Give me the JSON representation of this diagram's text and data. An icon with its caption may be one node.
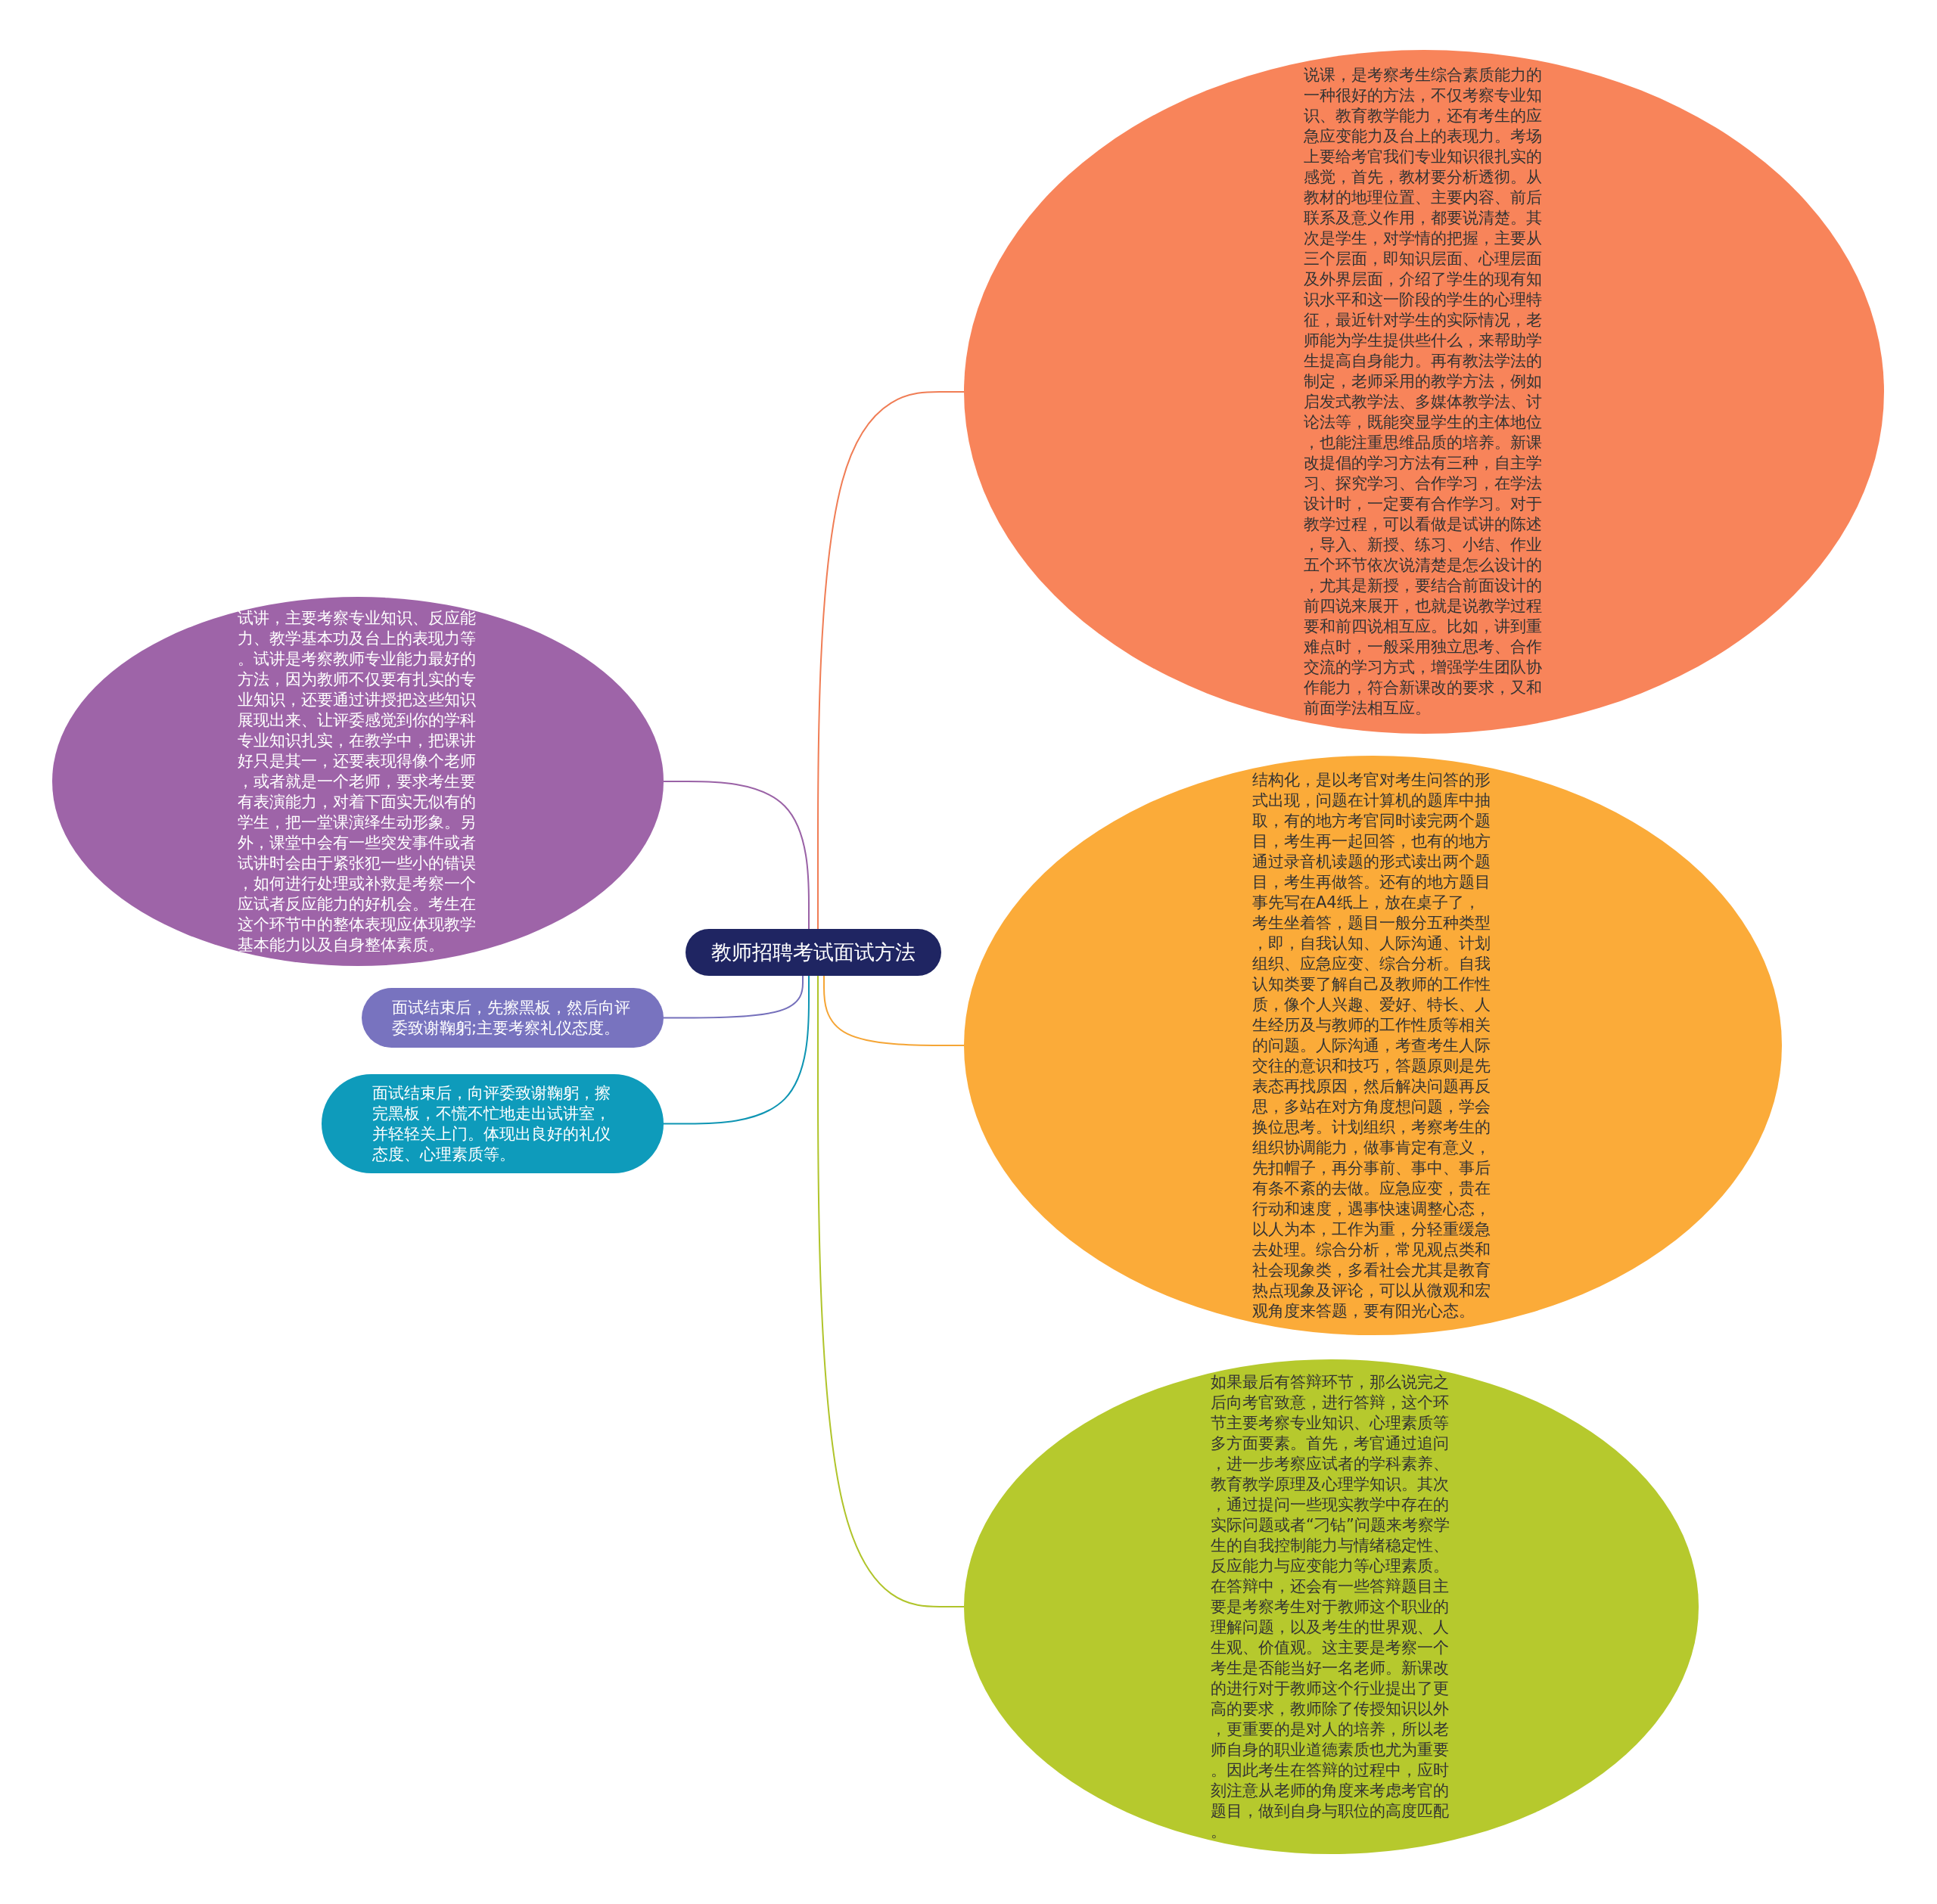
{
  "diagram": {
    "nodes": [
      {
        "text": [
          "教师招聘考试面试方法"
        ]
      },
      {
        "text": [
          "说课，是考察考生综合素质能力的一种很好的方法，不仅考察专业知识、教育教学能力，还有考生的应急应变能力及台上的表现力。考场上要给考官我们专业知识很扎实的感觉，首先，教材要分析透彻。从教材的地理位置、主要内容、前后联系及意义作用，都要说清楚。其次是学生，对学情的把握，主要从三个层面，即知识层面、心理层面及外界层面，介绍了学生的现有知识水平和这一阶段的学生的心理特征，最近针对学生的实际情况，老师能为学生提供些什么，来帮助学生提高自身能力。再有教法学法的制定，老师采用的教学方法，例如启发式教学法、多媒体教学法、讨论法等，既能突显学生的主体地位，也能注重思维品质的培养。新课改提倡的学习方法有三种，自主学习、探究学习、合作学习，在学法设计时，一定要有合作学习。对于教学过程，可以看做是试讲的陈述，导入、新授、练习、小结、作业五个环节依次说清楚是怎么设计的，尤其是新授，要结合前面设计的前四说来展开，也就是说教学过程要和前四说相互应。比如，讲到重难点时，一般采用独立思考、合作交流的学习方式，增强学生团队协作能力，符合新课改的要求，又和前面学法相互应。"
        ]
      },
      {
        "text": [
          "结构化，是以考官对考生问答的形式出现，问题在计算机的题库中抽取，有的地方考官同时读完两个题目，考生再一起回答，也有的地方通过录音机读题的形式读出两个题目，考生再做答。还有的地方题目事先写在A4纸上，放在桌子了，考生坐着答，题目一般分五种类型，即，自我认知、人际沟通、计划组织、应急应变、综合分析。自我认知类要了解自己及教师的工作性质，像个人兴趣、爱好、特长、人生经历及与教师的工作性质等相关的问题。人际沟通，考查考生人际交往的意识和技巧，答题原则是先表态再找原因，然后解决问题再反思，多站在对方角度想问题，学会换位思考。计划组织，考察考生的组织协调能力，做事肯定有意义，先扣帽子，再分事前、事中、事后有条不紊的去做。应急应变，贵在行动和速度，遇事快速调整心态，以人为本，工作为重，分轻重缓急去处理。综合分析，常见观点类和社会现象类，多看社会尤其是教育热点现象及评论，可以从微观和宏观角度来答题，要有阳光心态。"
        ]
      },
      {
        "text": [
          "如果最后有答辩环节，那么说完之后向考官致意，进行答辩，这个环节主要考察专业知识、心理素质等多方面要素。首先，考官通过追问，进一步考察应试者的学科素养、教育教学原理及心理学知识。其次，通过提问一些现实教学中存在的实际问题或者“刁钻”问题来考察学生的自我控制能力与情绪稳定性、反应能力与应变能力等心理素质。在答辩中，还会有一些答辩题目主要是考察考生对于教师这个职业的理解问题，以及考生的世界观、人生观、价值观。这主要是考察一个考生是否能当好一名老师。新课改的进行对于教师这个行业提出了更高的要求，教师除了传授知识以外，更重要的是对人的培养，所以老师自身的职业道德素质也尤为重要。因此考生在答辩的过程中，应时刻注意从老师的角度来考虑考官的题目，做到自身与职位的高度匹配。"
        ]
      },
      {
        "text": [
          "试讲，主要考察专业知识、反应能力、教学基本功及台上的表现力等。试讲是考察教师专业能力最好的方法，因为教师不仅要有扎实的专业知识，还要通过讲授把这些知识展现出来、让评委感觉到你的学科专业知识扎实，在教学中，把课讲好只是其一，还要表现得像个老师，或者就是一个老师，要求考生要有表演能力，对着下面实无似有的学生，把一堂课演绎生动形象。另外，课堂中会有一些突发事件或者试讲时会由于紧张犯一些小的错误，如何进行处理或补救是考察一个应试者反应能力的好机会。考生在这个环节中的整体表现应体现教学基本能力以及自身整体素质。"
        ]
      },
      {
        "text": [
          "面试结束后，先擦黑板，然后向评委致谢鞠躬;主要考察礼仪态度。"
        ]
      },
      {
        "text": [
          "面试结束后，向评委致谢鞠躬，擦完黑板，不慌不忙地走出试讲室，并轻轻关上门。体现出良好的礼仪态度、心理素质等。"
        ]
      }
    ],
    "edges": [
      {
        "from": 0,
        "to": 1,
        "arrow": "none",
        "color": "#f07d55"
      },
      {
        "from": 0,
        "to": 2,
        "arrow": "none",
        "color": "#f5a535"
      },
      {
        "from": 0,
        "to": 3,
        "arrow": "none",
        "color": "#b0c42a"
      },
      {
        "from": 0,
        "to": 4,
        "arrow": "none",
        "color": "#9a62a6"
      },
      {
        "from": 0,
        "to": 5,
        "arrow": "none",
        "color": "#7570bb"
      },
      {
        "from": 0,
        "to": 6,
        "arrow": "none",
        "color": "#0e95b3"
      }
    ]
  }
}
